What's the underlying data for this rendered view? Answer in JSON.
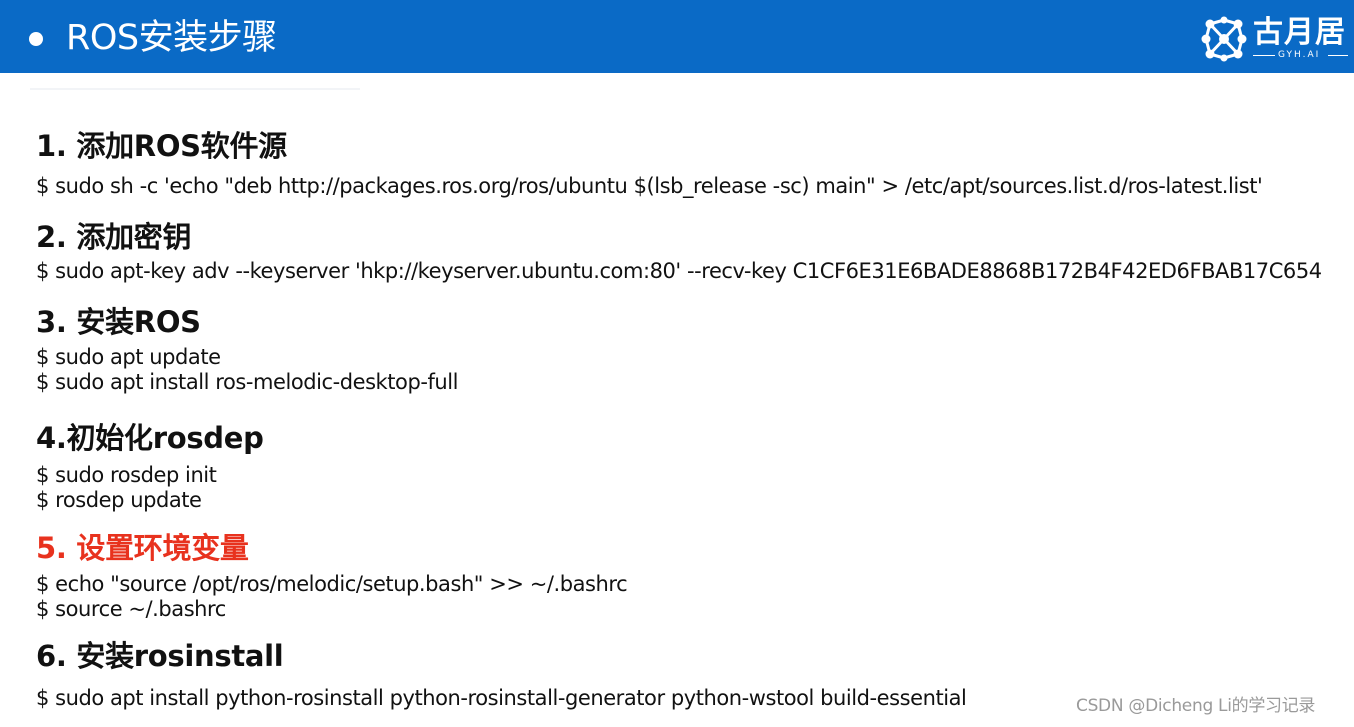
{
  "header": {
    "title": "ROS安装步骤",
    "logo": {
      "main": "古月居",
      "sub": "GYH.AI"
    }
  },
  "sections": [
    {
      "heading": "1. 添加ROS软件源",
      "commands": [
        "$ sudo sh -c 'echo \"deb http://packages.ros.org/ros/ubuntu $(lsb_release -sc) main\" > /etc/apt/sources.list.d/ros-latest.list'"
      ]
    },
    {
      "heading": "2. 添加密钥",
      "commands": [
        "$ sudo apt-key adv --keyserver 'hkp://keyserver.ubuntu.com:80' --recv-key C1CF6E31E6BADE8868B172B4F42ED6FBAB17C654"
      ]
    },
    {
      "heading": "3. 安装ROS",
      "commands": [
        "$ sudo apt update",
        "$ sudo apt install ros-melodic-desktop-full"
      ]
    },
    {
      "heading": "4.初始化rosdep",
      "commands": [
        "$ sudo rosdep init",
        "$ rosdep update"
      ]
    },
    {
      "heading": "5. 设置环境变量",
      "commands": [
        "$ echo \"source /opt/ros/melodic/setup.bash\" >> ~/.bashrc",
        "$ source ~/.bashrc"
      ]
    },
    {
      "heading": "6. 安装rosinstall",
      "commands": [
        "$ sudo apt install python-rosinstall python-rosinstall-generator python-wstool build-essential"
      ]
    }
  ],
  "watermark": "CSDN @Dicheng Li的学习记录",
  "colors": {
    "header_bg": "#0a6ac6",
    "highlight_heading": "#e8321e"
  }
}
